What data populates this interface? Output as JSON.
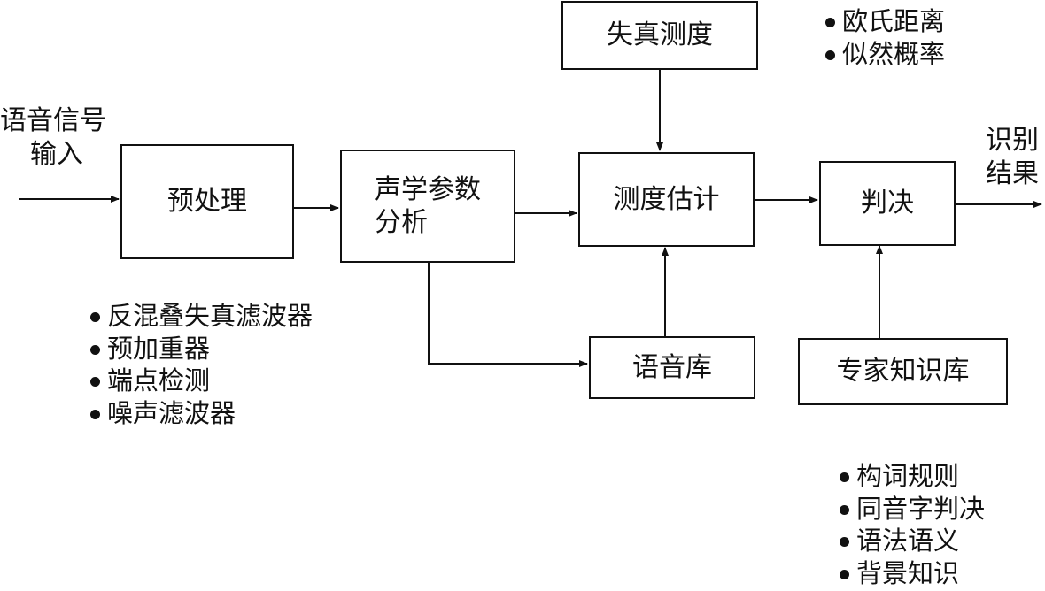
{
  "diagram": {
    "input_label": {
      "line1": "语音信号",
      "line2": "输入"
    },
    "output_label": {
      "line1": "识别",
      "line2": "结果"
    },
    "boxes": {
      "preprocess": "预处理",
      "acoustic_line1": "声学参数",
      "acoustic_line2": "分析",
      "distortion": "失真测度",
      "measure": "测度估计",
      "decision": "判决",
      "speech_db": "语音库",
      "expert_db": "专家知识库"
    },
    "notes": {
      "distance_measures": [
        "欧氏距离",
        "似然概率"
      ],
      "preprocess_steps": [
        "反混叠失真滤波器",
        "预加重器",
        "端点检测",
        "噪声滤波器"
      ],
      "knowledge_items": [
        "构词规则",
        "同音字判决",
        "语法语义",
        "背景知识"
      ]
    },
    "colors": {
      "line": "#111111",
      "background": "#ffffff"
    }
  }
}
